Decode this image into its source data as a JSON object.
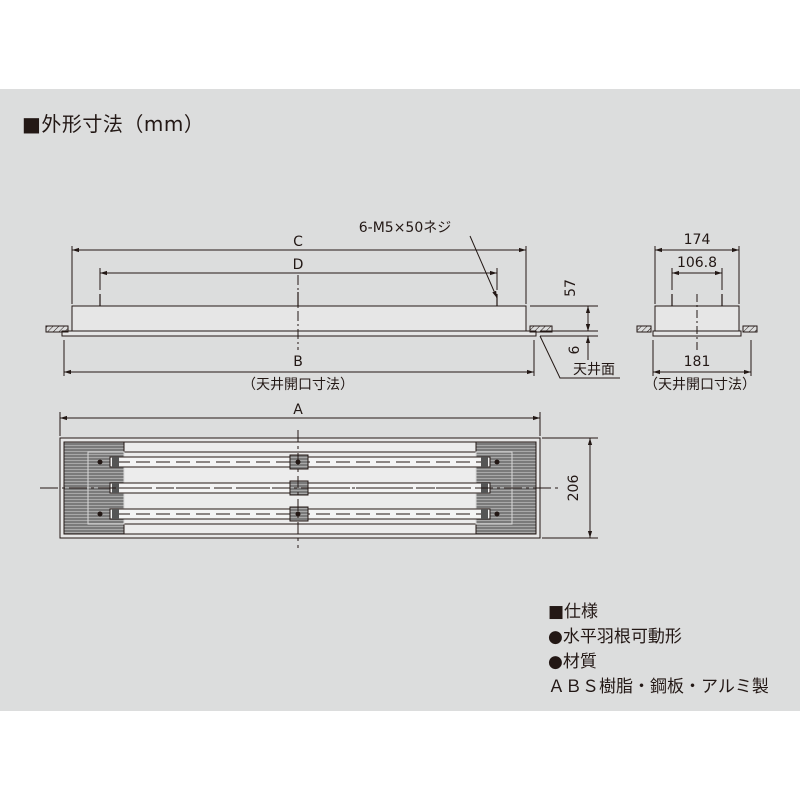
{
  "heading": "■外形寸法（mm）",
  "side_view": {
    "screw_note": "6-M5×50ネジ",
    "dim_c": "C",
    "dim_d": "D",
    "dim_b": "B",
    "dim_height": "57",
    "dim_flange": "6",
    "ceiling_label": "天井面",
    "opening_note": "（天井開口寸法）"
  },
  "end_view": {
    "dim_outer": "174",
    "dim_inner": "106.8",
    "dim_opening": "181",
    "opening_note": "（天井開口寸法）"
  },
  "plan_view": {
    "dim_a": "A",
    "dim_width": "206"
  },
  "spec": {
    "title": "■仕様",
    "feature": "●水平羽根可動形",
    "material_title": "●材質",
    "material": "ＡＢＳ樹脂・鋼板・アルミ製"
  },
  "colors": {
    "line": "#231815",
    "panel": "#dcdddd",
    "hatch": "#8c8c8c",
    "slot": "#f4f4f4"
  }
}
